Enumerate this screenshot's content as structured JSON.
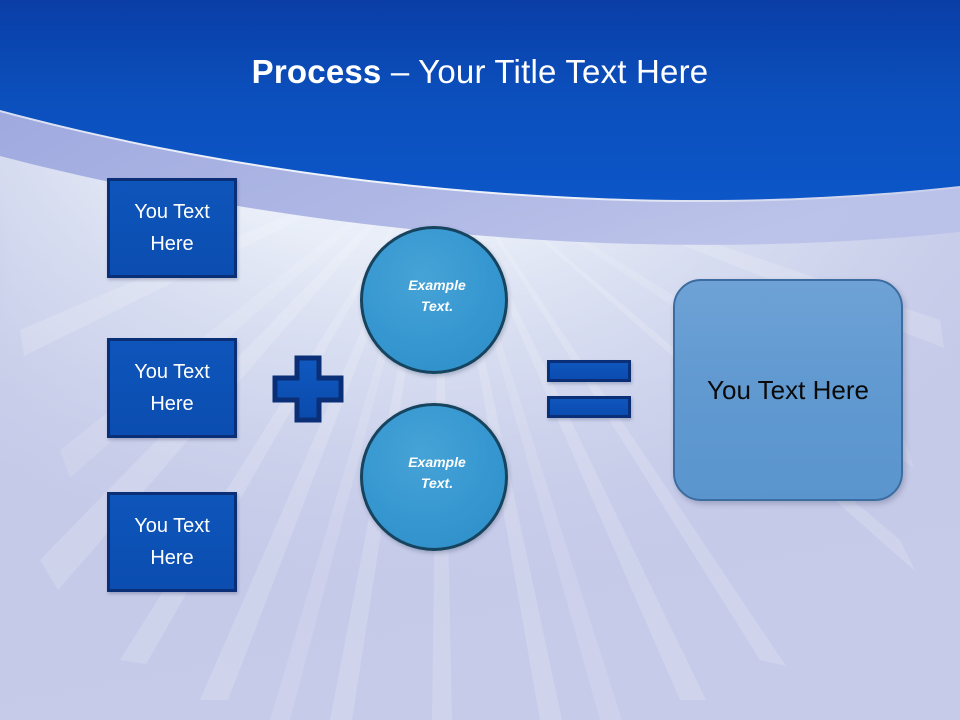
{
  "slide": {
    "title": {
      "emphasis": "Process",
      "rest": " – Your Title Text Here"
    },
    "colors": {
      "header_blue": "#0b4fbb",
      "header_band_light": "#9aa7e0",
      "box_blue": "#0e55ba",
      "box_border": "#0b2f76",
      "circle_blue": "#3596d0",
      "circle_border": "#16435e",
      "result_blue": "#619ad1",
      "result_border": "#3d6da0",
      "background_lavender": "#c6cbe9",
      "background_center": "#eef4fb",
      "title_text": "#ffffff",
      "result_text": "#0a0a0a"
    },
    "inputs": [
      {
        "id": "input-1",
        "label": "You Text Here"
      },
      {
        "id": "input-2",
        "label": "You Text Here"
      },
      {
        "id": "input-3",
        "label": "You Text Here"
      }
    ],
    "operators": {
      "plus": "plus-sign",
      "equals": "equals-sign"
    },
    "circles": [
      {
        "id": "circle-1",
        "line1": "Example",
        "line2": "Text."
      },
      {
        "id": "circle-2",
        "line1": "Example",
        "line2": "Text."
      }
    ],
    "result": {
      "label": "You Text Here"
    }
  }
}
